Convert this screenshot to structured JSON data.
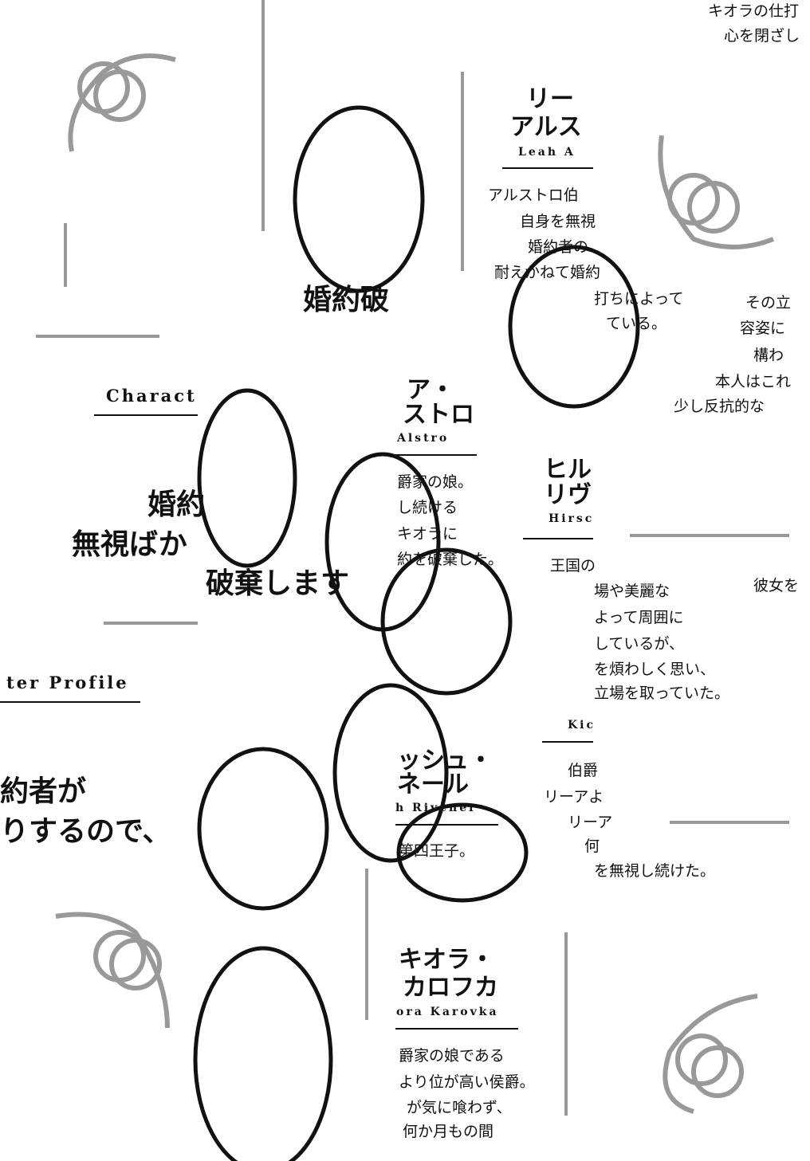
{
  "texts": [
    "キオラの仕打",
    "心を閉ざし",
    "リー",
    "アルス",
    "Leah A",
    "アルストロ伯",
    "自身を無視",
    "婚約者の",
    "耐えかねて婚約",
    "婚約破",
    "打ちによって",
    "ている。",
    "その立",
    "容姿に",
    "構わ",
    "本人はこれ",
    "少し反抗的な",
    "Charact",
    "ア・",
    "ストロ",
    "Alstro",
    "爵家の娘。",
    "し続ける",
    "キオラに",
    "約を破棄した。",
    "ヒル",
    "リヴ",
    "Hirsc",
    "王国の",
    "婚約",
    "無視ばか",
    "破棄します",
    "彼女を",
    "場や美麗な",
    "よって周囲に",
    "しているが、",
    "を煩わしく思い、",
    "立場を取っていた。",
    "ter Profile",
    "Kic",
    "ッシュ・",
    "ネール",
    "h Rivener",
    "伯爵",
    "リーアよ",
    "リーア",
    "何",
    "第四王子。",
    "を無視し続けた。",
    "約者が",
    "りするので、",
    "キオラ・",
    "カロフカ",
    "ora Karovka",
    "爵家の娘である",
    "より位が高い侯爵。",
    "が気に喰わず、",
    "何か月もの間"
  ]
}
